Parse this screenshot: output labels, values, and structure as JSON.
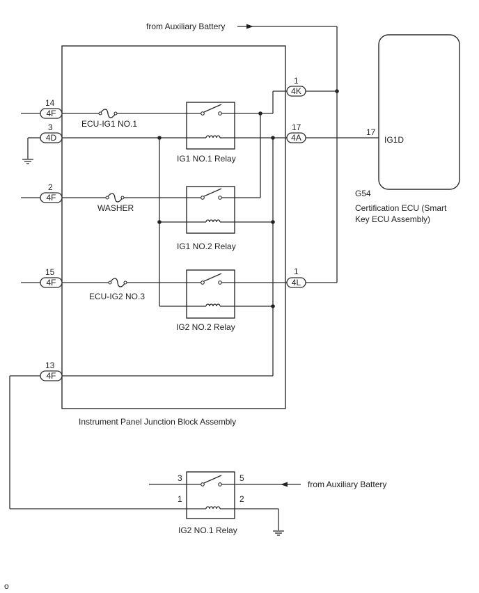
{
  "title": "",
  "labels": {
    "aux_battery_top": "from Auxiliary Battery",
    "aux_battery_bottom": "from Auxiliary Battery",
    "block_name": "Instrument Panel Junction Block Assembly",
    "ecu_code": "G54",
    "ecu_name_line1": "Certification ECU (Smart",
    "ecu_name_line2": "Key ECU Assembly)",
    "ecu_pin_name": "IG1D",
    "ecu_pin_number": "17",
    "footer_mark": "o"
  },
  "fuses": {
    "ecu_ig1_no1": "ECU-IG1 NO.1",
    "washer": "WASHER",
    "ecu_ig2_no3": "ECU-IG2 NO.3"
  },
  "relays": {
    "ig1_no1": "IG1 NO.1 Relay",
    "ig1_no2": "IG1 NO.2 Relay",
    "ig2_no2": "IG2 NO.2 Relay",
    "ig2_no1": "IG2 NO.1 Relay"
  },
  "left_connectors": {
    "c14": {
      "pin": "14",
      "conn": "4F"
    },
    "c3": {
      "pin": "3",
      "conn": "4D"
    },
    "c2": {
      "pin": "2",
      "conn": "4F"
    },
    "c15": {
      "pin": "15",
      "conn": "4F"
    },
    "c13": {
      "pin": "13",
      "conn": "4F"
    }
  },
  "right_connectors": {
    "k1": {
      "pin": "1",
      "conn": "4K"
    },
    "a17": {
      "pin": "17",
      "conn": "4A"
    },
    "l1": {
      "pin": "1",
      "conn": "4L"
    }
  },
  "ig2_no1_pins": {
    "p3": "3",
    "p5": "5",
    "p1": "1",
    "p2": "2"
  }
}
